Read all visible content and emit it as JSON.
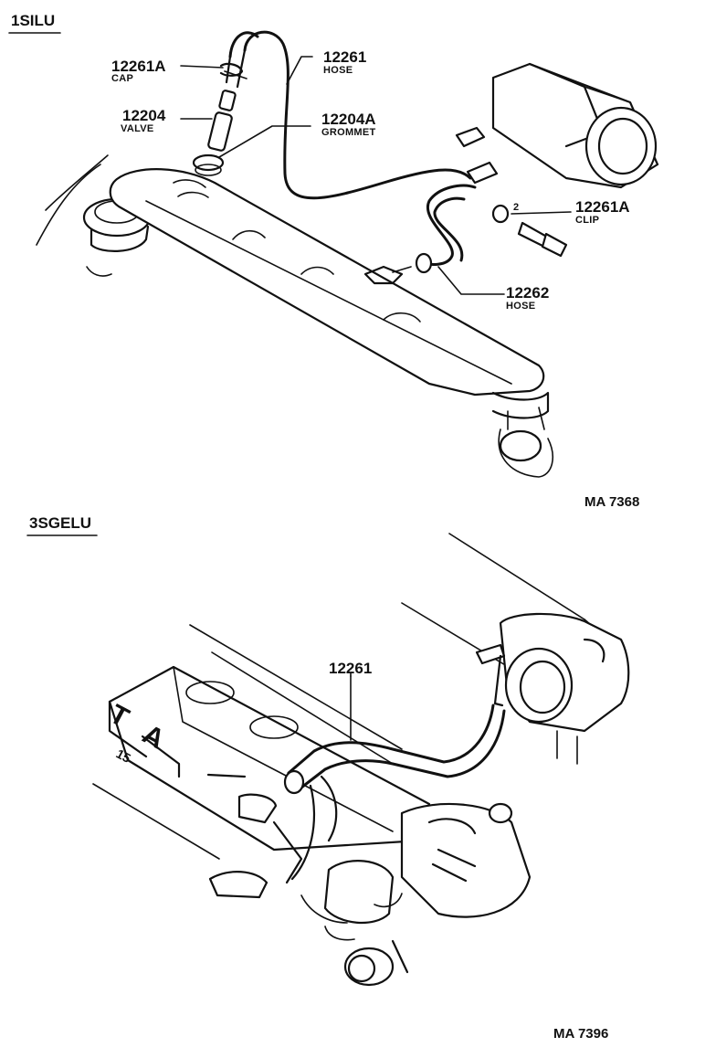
{
  "sections": [
    {
      "label": "1SILU",
      "ref": "MA 7368",
      "callouts": [
        {
          "part_no": "12261A",
          "desc": "CAP"
        },
        {
          "part_no": "12204",
          "desc": "VALVE"
        },
        {
          "part_no": "12261",
          "desc": "HOSE"
        },
        {
          "part_no": "12204A",
          "desc": "GROMMET"
        },
        {
          "part_no": "12261A",
          "desc": "CLIP"
        },
        {
          "part_no": "12262",
          "desc": "HOSE"
        }
      ],
      "marks": [
        "2"
      ]
    },
    {
      "label": "3SGELU",
      "ref": "MA 7396",
      "callouts": [
        {
          "part_no": "12261"
        }
      ],
      "cover_letters": [
        "T",
        "A",
        "15"
      ]
    }
  ],
  "colors": {
    "ink": "#111111",
    "paper": "#ffffff"
  }
}
